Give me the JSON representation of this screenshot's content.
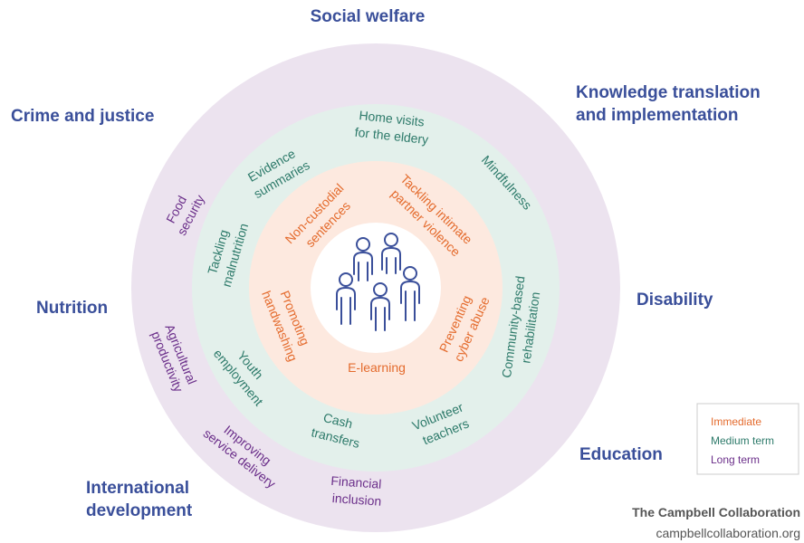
{
  "sectors": {
    "social_welfare": "Social welfare",
    "knowledge": [
      "Knowledge translation",
      "and implementation"
    ],
    "crime": "Crime and justice",
    "nutrition": "Nutrition",
    "disability": "Disability",
    "education": "Education",
    "intl": [
      "International",
      "development"
    ]
  },
  "long_term": {
    "food_security": [
      "Food",
      "security"
    ],
    "agricultural": [
      "Agricultural",
      "productivity"
    ],
    "improving": [
      "Improving",
      "service delivery"
    ],
    "financial": [
      "Financial",
      "inclusion"
    ]
  },
  "medium_term": {
    "home_visits": [
      "Home visits",
      "for the eldery"
    ],
    "evidence": [
      "Evidence",
      "summaries"
    ],
    "mindfulness": "Mindfulness",
    "malnutrition": [
      "Tackling",
      "malnutrition"
    ],
    "community": [
      "Community-based",
      "rehabilitation"
    ],
    "youth": [
      "Youth",
      "employment"
    ],
    "cash": [
      "Cash",
      "transfers"
    ],
    "volunteer": [
      "Volunteer",
      "teachers"
    ]
  },
  "immediate": {
    "non_custodial": [
      "Non-custodial",
      "sentences"
    ],
    "ipv": [
      "Tackling intimate",
      "partner violence"
    ],
    "handwashing": [
      "Promoting",
      "handwashing"
    ],
    "cyber": [
      "Preventing",
      "cyber abuse"
    ],
    "elearning": "E-learning"
  },
  "legend": {
    "immediate": "Immediate",
    "medium": "Medium term",
    "long": "Long term"
  },
  "footer": {
    "org": "The Campbell Collaboration",
    "url": "campbellcollaboration.org"
  },
  "colors": {
    "long_ring": "#ece3ef",
    "medium_ring": "#e3f0eb",
    "immediate_ring": "#fde9df",
    "center": "#ffffff",
    "sector_text": "#3a4f9a",
    "long_text": "#6b2f8a",
    "medium_text": "#2d7a6a",
    "immediate_text": "#e46b2d"
  },
  "icons": {
    "center": "people-group-icon"
  }
}
